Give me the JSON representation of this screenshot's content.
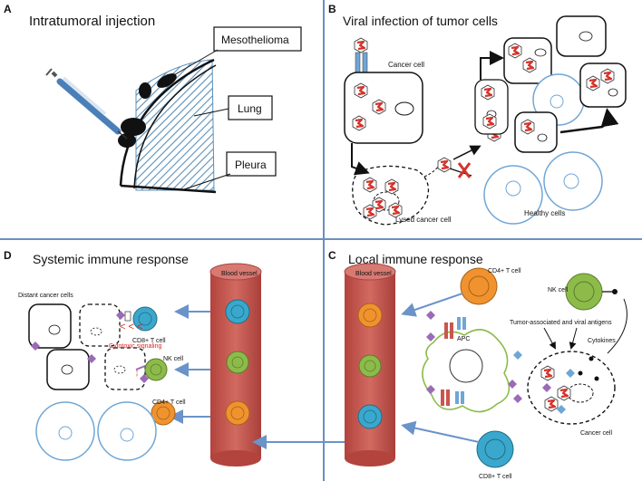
{
  "panels": {
    "A": {
      "letter": "A",
      "title": "Intratumoral injection",
      "labels": {
        "mesothelioma": "Mesothelioma",
        "lung": "Lung",
        "pleura": "Pleura"
      }
    },
    "B": {
      "letter": "B",
      "title": "Viral infection of tumor cells",
      "labels": {
        "cancer_cell": "Cancer cell",
        "lysed": "Lysed cancer cell",
        "healthy": "Healthy cells"
      }
    },
    "C": {
      "letter": "C",
      "title": "Local immune response",
      "labels": {
        "blood_vessel": "Blood vessel",
        "cd4": "CD4+ T cell",
        "nk": "NK cell",
        "antigens": "Tumor-associated and viral antigens",
        "cytokines": "Cytokines",
        "apc": "APC",
        "cancer_cell": "Cancer cell",
        "cd8": "CD8+ T cell"
      }
    },
    "D": {
      "letter": "D",
      "title": "Systemic immune response",
      "labels": {
        "distant": "Distant cancer cells",
        "cd8": "CD8+ T cell",
        "cytotoxic": "Cytotoxic signaling",
        "nk": "NK cell",
        "cd4": "CD4+ T cell",
        "blood_vessel": "Blood vessel"
      }
    }
  },
  "colors": {
    "divider": "#6b8fbf",
    "arrow": "#6a93c9",
    "vessel": "#c9564f",
    "vessel_dark": "#a94440",
    "cd8": "#3aa8cc",
    "nk": "#8dbb4a",
    "cd4": "#f0932e",
    "virus_red": "#d6322b",
    "receptor_blue": "#6fa6d6",
    "antigen_purple": "#9a6bb8",
    "cytotoxic_red": "#e0221d",
    "lung_hatch": "#5a8fb8"
  }
}
